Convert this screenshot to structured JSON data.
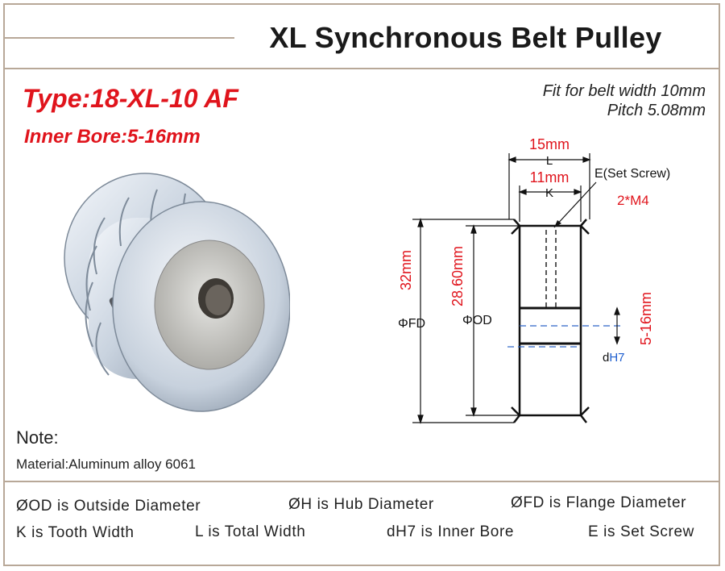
{
  "header": {
    "title": "XL Synchronous Belt Pulley"
  },
  "product": {
    "type_label": "Type:18-XL-10 AF",
    "bore_label": "Inner Bore:5-16mm",
    "fit_line1": "Fit for belt width 10mm",
    "fit_line2": "Pitch 5.08mm"
  },
  "diagram": {
    "total_width": "15mm",
    "total_width_symbol": "L",
    "tooth_width": "11mm",
    "tooth_width_symbol": "K",
    "set_screw_label": "E(Set Screw)",
    "set_screw_spec": "2*M4",
    "flange_diameter_value": "32mm",
    "flange_diameter_symbol": "ΦFD",
    "outside_diameter_value": "28.60mm",
    "outside_diameter_symbol": "ΦOD",
    "bore_range": "5-16mm",
    "bore_symbol_d": "d",
    "bore_symbol_h7": "H7"
  },
  "note": {
    "title": "Note:",
    "material": "Material:Aluminum alloy 6061"
  },
  "definitions": {
    "od": "ØOD is Outside Diameter",
    "h": "ØH is Hub Diameter",
    "fd": "ØFD is Flange Diameter",
    "k": "K is Tooth Width",
    "l": "L is Total Width",
    "dh7": "dH7 is Inner Bore",
    "e": "E is Set Screw"
  },
  "colors": {
    "accent_red": "#e0141c",
    "blue": "#1f5fcf",
    "frame": "#b8a898"
  }
}
